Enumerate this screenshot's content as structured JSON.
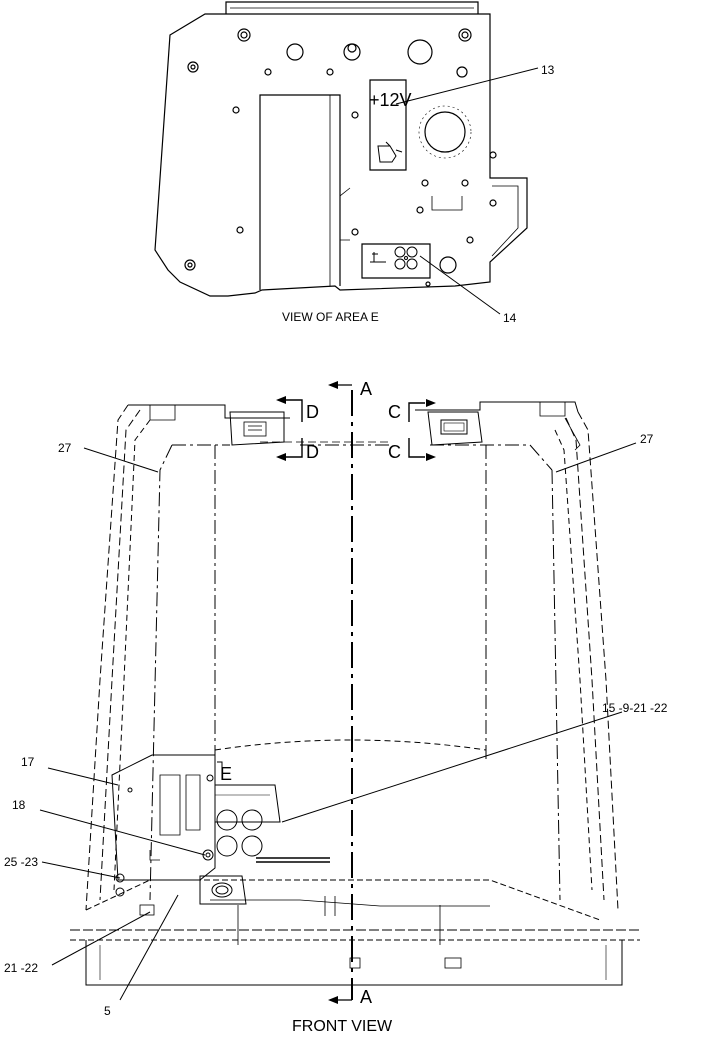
{
  "views": {
    "area_e": {
      "caption": "VIEW OF AREA E",
      "panel_marking": "+12V",
      "callouts": {
        "c13": "13",
        "c14": "14"
      }
    },
    "front": {
      "caption": "FRONT VIEW",
      "section_a_top": "A",
      "section_a_bottom": "A",
      "section_d_top": "D",
      "section_d_bottom": "D",
      "section_c_top": "C",
      "section_c_bottom": "C",
      "area_e_marker": "E",
      "callouts": {
        "c27_left": "27",
        "c27_right": "27",
        "c15": "15 -9-21 -22",
        "c17": "17",
        "c18": "18",
        "c25": "25 -23",
        "c21": "21 -22",
        "c5": "5"
      }
    }
  }
}
